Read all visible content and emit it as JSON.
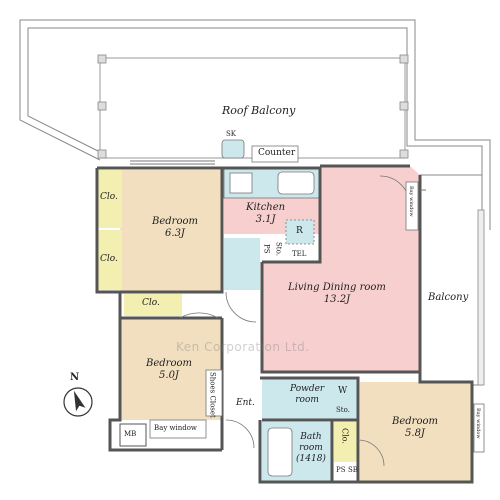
{
  "rooms": {
    "roof_balcony": "Roof Balcony",
    "sk": "SK",
    "counter": "Counter",
    "kitchen_name": "Kitchen",
    "kitchen_size": "3.1J",
    "bedroom1_name": "Bedroom",
    "bedroom1_size": "6.3J",
    "clo_1": "Clo.",
    "clo_2": "Clo.",
    "clo_3": "Clo.",
    "clo_4": "Clo.",
    "living_name": "Living Dining room",
    "living_size": "13.2J",
    "balcony": "Balcony",
    "bedroom2_name": "Bedroom",
    "bedroom2_size": "5.0J",
    "shoes_closet": "Shoes Closet",
    "ent": "Ent.",
    "mb": "MB",
    "bay_window_1": "Bay window",
    "bay_window_2": "Bay window",
    "bay_window_3": "Bay window",
    "powder_name": "Powder",
    "powder_room": "room",
    "w": "W",
    "sto_1": "Sto.",
    "sto_2": "Sto.",
    "bath_name": "Bath",
    "bath_room": "room",
    "bath_code": "(1418)",
    "bedroom3_name": "Bedroom",
    "bedroom3_size": "5.8J",
    "r": "R",
    "ps_1": "PS",
    "ps_2": "PS",
    "tel": "TEL",
    "sb": "SB",
    "compass_n": "N"
  },
  "watermark": "Ken Corporation Ltd.",
  "colors": {
    "bedroom": "#f2dfc0",
    "living": "#f7cfcf",
    "kitchen": "#f7cfcf",
    "wet": "#cce8ec",
    "closet": "#f3efb0",
    "balcony": "#ffffff",
    "wall": "#555555"
  }
}
